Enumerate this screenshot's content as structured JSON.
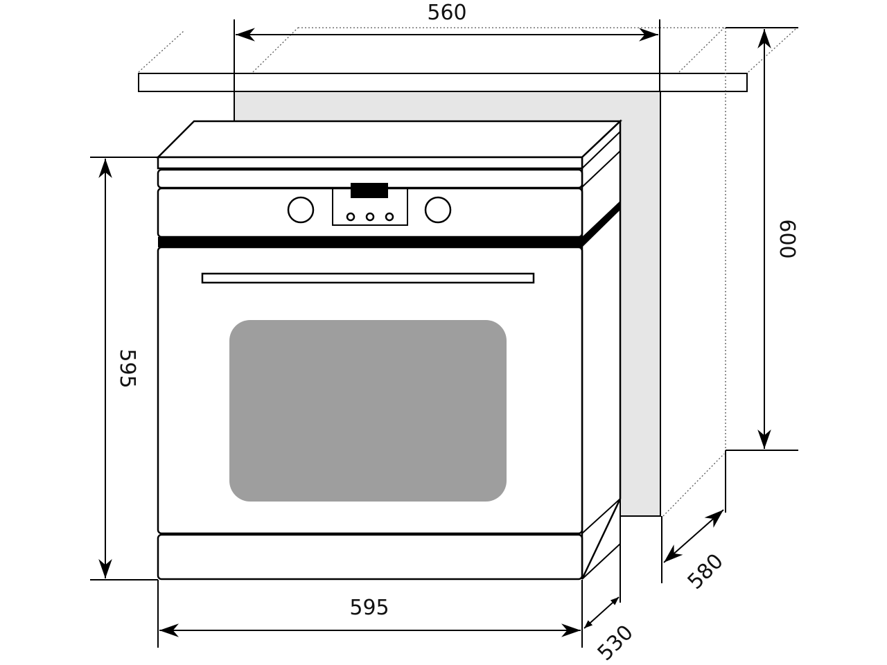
{
  "diagram": {
    "title": "Built-in oven installation dimensions",
    "dimensions": {
      "niche_width": "560",
      "niche_height": "600",
      "niche_depth": "580",
      "oven_height": "595",
      "oven_width": "595",
      "oven_depth": "530"
    },
    "colors": {
      "niche": "#e6e6e6",
      "window": "#9e9e9e",
      "line": "#000000"
    }
  }
}
